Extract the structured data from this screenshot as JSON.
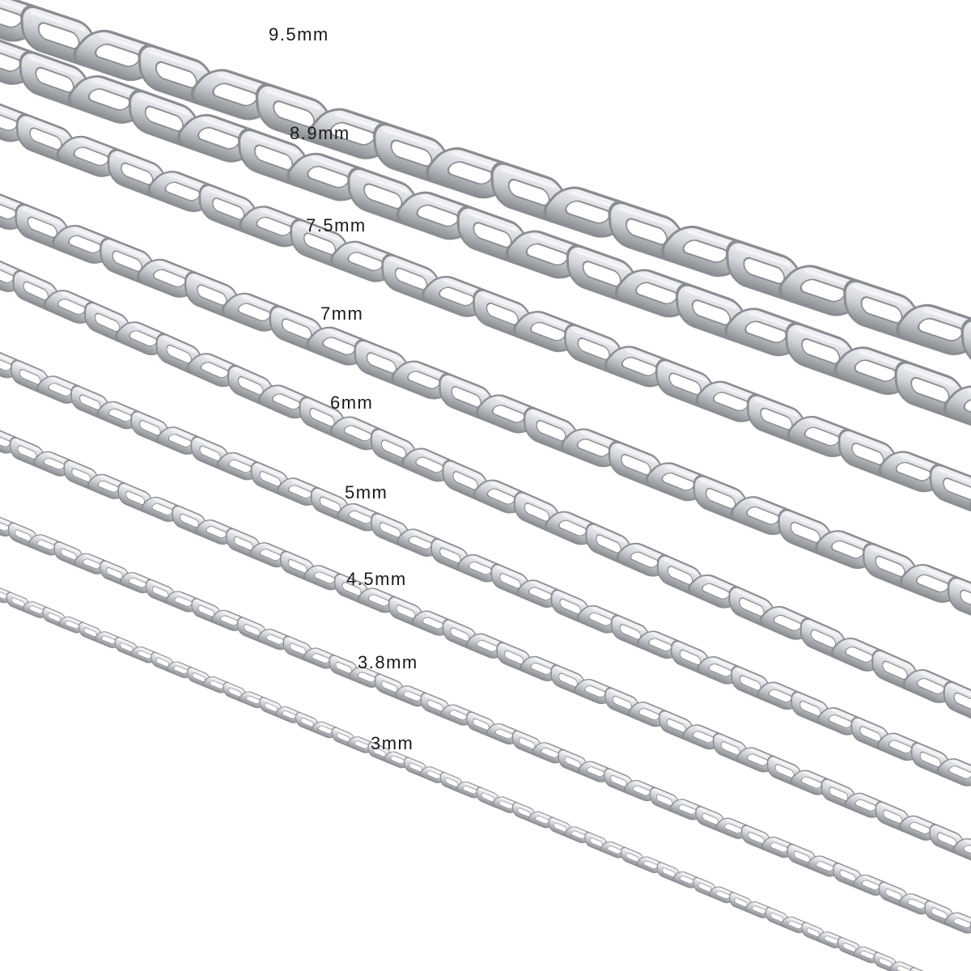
{
  "colors": {
    "background": "#ffffff",
    "metal_dark": "#8a8d92",
    "metal_mid": "#c9ccd0",
    "metal_light": "#f4f5f7",
    "label_text": "#1a1a1a"
  },
  "chains": [
    {
      "label": "9.5mm",
      "width_mm": 9.5
    },
    {
      "label": "8.9mm",
      "width_mm": 8.9
    },
    {
      "label": "7.5mm",
      "width_mm": 7.5
    },
    {
      "label": "7mm",
      "width_mm": 7
    },
    {
      "label": "6mm",
      "width_mm": 6
    },
    {
      "label": "5mm",
      "width_mm": 5
    },
    {
      "label": "4.5mm",
      "width_mm": 4.5
    },
    {
      "label": "3.8mm",
      "width_mm": 3.8
    },
    {
      "label": "3mm",
      "width_mm": 3
    }
  ]
}
